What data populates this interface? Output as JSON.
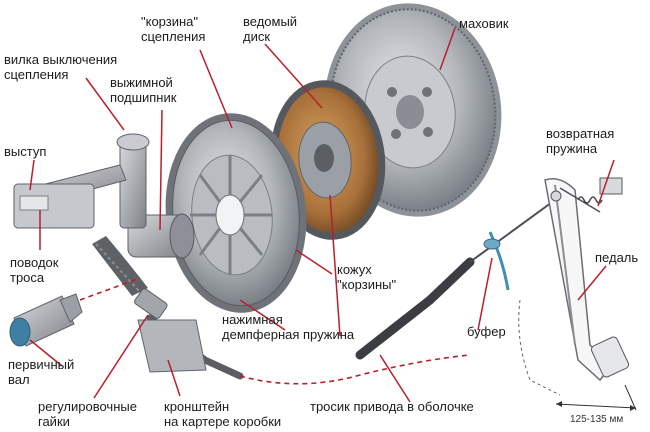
{
  "labels": {
    "basket": "\"корзина\"\nсцепления",
    "driven_disk": "ведомый\nдиск",
    "flywheel": "маховик",
    "release_fork": "вилка выключения\nсцепления",
    "release_bearing": "выжимной\nподшипник",
    "boss": "выступ",
    "cable_leash": "поводок\nтроса",
    "primary_shaft": "первичный\nвал",
    "adjust_nuts": "регулировочные\nгайки",
    "bracket": "кронштейн\nна картере коробки",
    "cable_sheath": "тросик привода в оболочке",
    "pressure_spring": "нажимная\nдемпферная пружина",
    "basket_cover": "кожух\n\"корзины\"",
    "buffer": "буфер",
    "pedal": "педаль",
    "return_spring": "возвратная\nпружина",
    "travel": "125-135 мм"
  },
  "colors": {
    "leader": "#b8202a",
    "metal": "#a9adb2",
    "metal_dark": "#6d7177",
    "friction": "#8a5a2b"
  }
}
